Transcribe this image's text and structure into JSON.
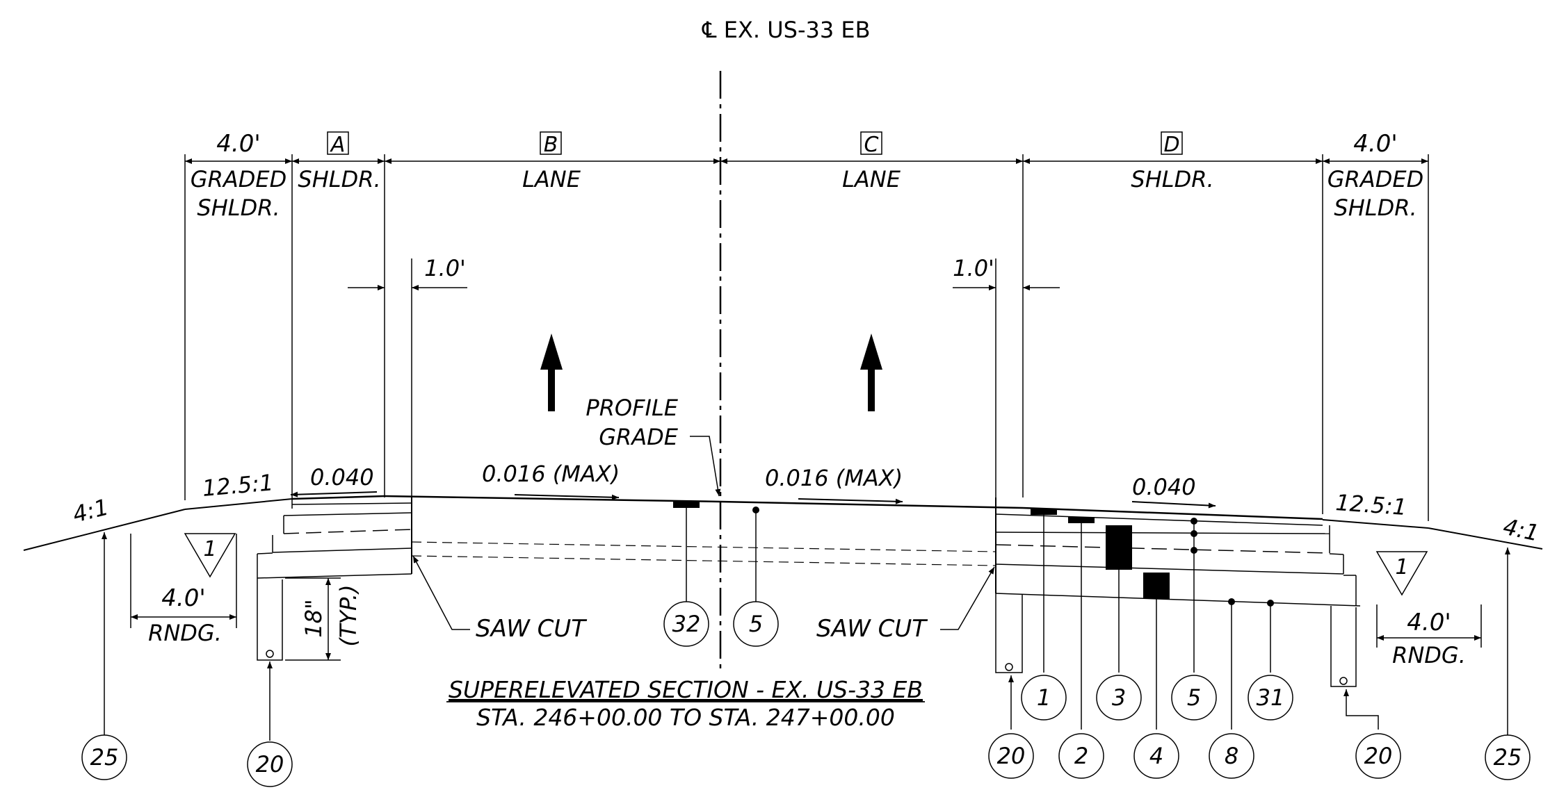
{
  "title": "℄ EX. US-33 EB",
  "widths": {
    "left_graded": "4.0'",
    "right_graded": "4.0'",
    "left_offset": "1.0'",
    "right_offset": "1.0'",
    "left_rounding": "4.0'",
    "right_rounding": "4.0'"
  },
  "segments": [
    {
      "key": "A",
      "name": "SHLDR."
    },
    {
      "key": "B",
      "name": "LANE"
    },
    {
      "key": "C",
      "name": "LANE"
    },
    {
      "key": "D",
      "name": "SHLDR."
    }
  ],
  "graded_label": [
    "GRADED",
    "SHLDR."
  ],
  "slopes": {
    "left_foreslope": "4:1",
    "right_foreslope": "4:1",
    "left_graded": "12.5:1",
    "right_graded": "12.5:1",
    "left_shoulder": "0.040",
    "right_shoulder": "0.040",
    "left_lane": "0.016 (MAX)",
    "right_lane": "0.016 (MAX)"
  },
  "labels": {
    "profile_grade": [
      "PROFILE",
      "GRADE"
    ],
    "saw_cut": "SAW CUT",
    "rounding": "RNDG.",
    "depth": "18\"",
    "typ": "(TYP.)",
    "triangle_note": "1"
  },
  "callouts": {
    "left_25": "25",
    "left_20": "20",
    "c32": "32",
    "c5": "5",
    "r1": "1",
    "r3": "3",
    "r5": "5",
    "r31": "31",
    "r20a": "20",
    "r2": "2",
    "r4": "4",
    "r8": "8",
    "r20b": "20",
    "right_25": "25"
  },
  "caption": {
    "line1": "SUPERELEVATED SECTION - EX. US-33 EB",
    "line2": "STA. 246+00.00 TO STA. 247+00.00"
  }
}
